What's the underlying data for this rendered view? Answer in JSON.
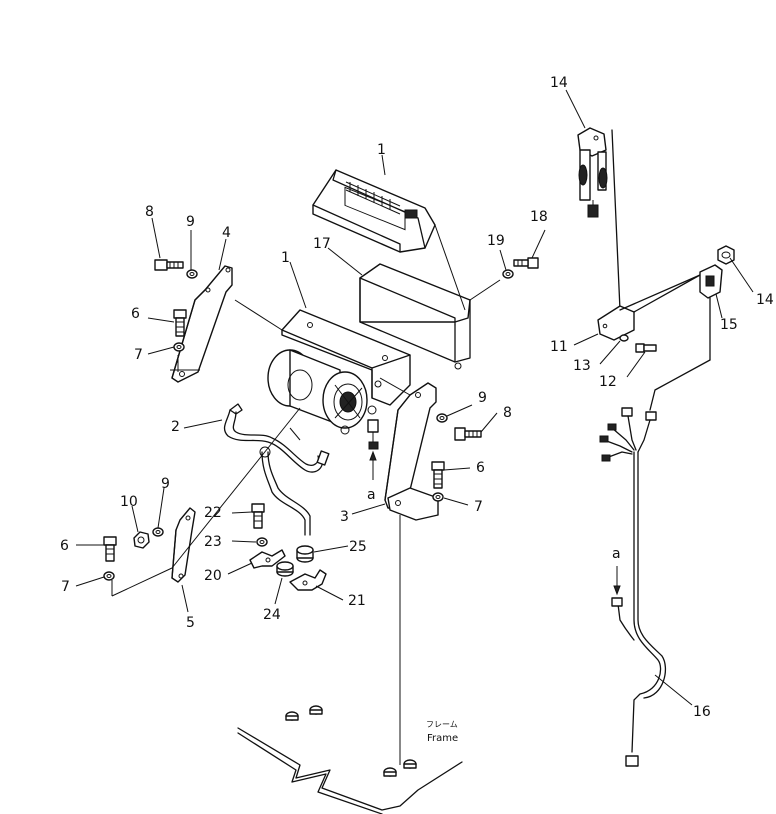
{
  "diagram": {
    "callouts": [
      {
        "id": "c1a",
        "text": "1"
      },
      {
        "id": "c1b",
        "text": "1"
      },
      {
        "id": "c2",
        "text": "2"
      },
      {
        "id": "c3",
        "text": "3"
      },
      {
        "id": "c4",
        "text": "4"
      },
      {
        "id": "c5",
        "text": "5"
      },
      {
        "id": "c6a",
        "text": "6"
      },
      {
        "id": "c6b",
        "text": "6"
      },
      {
        "id": "c6c",
        "text": "6"
      },
      {
        "id": "c7a",
        "text": "7"
      },
      {
        "id": "c7b",
        "text": "7"
      },
      {
        "id": "c7c",
        "text": "7"
      },
      {
        "id": "c8a",
        "text": "8"
      },
      {
        "id": "c8b",
        "text": "8"
      },
      {
        "id": "c9a",
        "text": "9"
      },
      {
        "id": "c9b",
        "text": "9"
      },
      {
        "id": "c9c",
        "text": "9"
      },
      {
        "id": "c10",
        "text": "10"
      },
      {
        "id": "c11",
        "text": "11"
      },
      {
        "id": "c12",
        "text": "12"
      },
      {
        "id": "c13",
        "text": "13"
      },
      {
        "id": "c14a",
        "text": "14"
      },
      {
        "id": "c14b",
        "text": "14"
      },
      {
        "id": "c15",
        "text": "15"
      },
      {
        "id": "c16",
        "text": "16"
      },
      {
        "id": "c17",
        "text": "17"
      },
      {
        "id": "c18",
        "text": "18"
      },
      {
        "id": "c19",
        "text": "19"
      },
      {
        "id": "c20",
        "text": "20"
      },
      {
        "id": "c21",
        "text": "21"
      },
      {
        "id": "c22",
        "text": "22"
      },
      {
        "id": "c23",
        "text": "23"
      },
      {
        "id": "c24",
        "text": "24"
      },
      {
        "id": "c25",
        "text": "25"
      }
    ],
    "connector_marks": [
      {
        "id": "a1",
        "text": "a"
      },
      {
        "id": "a2",
        "text": "a"
      }
    ],
    "frame_label_jp": "フレーム",
    "frame_label_en": "Frame"
  }
}
